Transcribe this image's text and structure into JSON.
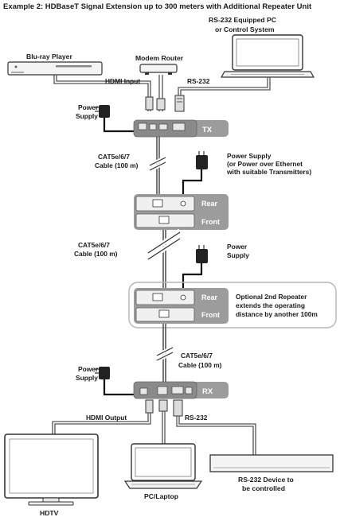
{
  "title": "Example 2: HDBaseT Signal Extension up to 300 meters with Additional Repeater Unit",
  "devices": {
    "bluray": "Blu-ray Player",
    "modem": "Modem Router",
    "pc_line1": "RS-232 Equipped PC",
    "pc_line2": "or Control System",
    "hdtv": "HDTV",
    "laptop": "PC/Laptop",
    "rs232dev_line1": "RS-232 Device to",
    "rs232dev_line2": "be controlled"
  },
  "labels": {
    "hdmi_input": "HDMI Input",
    "rs232_top": "RS-232",
    "power_supply_1a": "Power",
    "power_supply_1b": "Supply",
    "tx": "TX",
    "cat_1a": "CAT5e/6/7",
    "cat_1b": "Cable (100 m)",
    "poe_1": "Power Supply",
    "poe_2": "(or Power over Ethernet",
    "poe_3": "with suitable Transmitters)",
    "rear_1": "Rear",
    "front_1": "Front",
    "cat_2a": "CAT5e/6/7",
    "cat_2b": "Cable (100 m)",
    "power_supply_2a": "Power",
    "power_supply_2b": "Supply",
    "rear_2": "Rear",
    "front_2": "Front",
    "optional_1": "Optional 2nd Repeater",
    "optional_2": "extends the operating",
    "optional_3": "distance by another 100m",
    "cat_3a": "CAT5e/6/7",
    "cat_3b": "Cable (100 m)",
    "power_supply_3a": "Power",
    "power_supply_3b": "Supply",
    "rx": "RX",
    "hdmi_output": "HDMI Output",
    "rs232_bottom": "RS-232"
  },
  "colors": {
    "unit_fill": "#9c9c9c",
    "unit_dark": "#6f6f6f",
    "port": "#e8e8e8",
    "cable": "#555555",
    "bracket": "#b5b5b5",
    "unit_text": "#ffffff"
  },
  "icons": [
    "bluray-player-icon",
    "modem-router-icon",
    "pc-monitor-icon",
    "power-adapter-icon",
    "hdtv-icon",
    "laptop-icon",
    "rs232-device-icon",
    "cable-break-icon"
  ]
}
